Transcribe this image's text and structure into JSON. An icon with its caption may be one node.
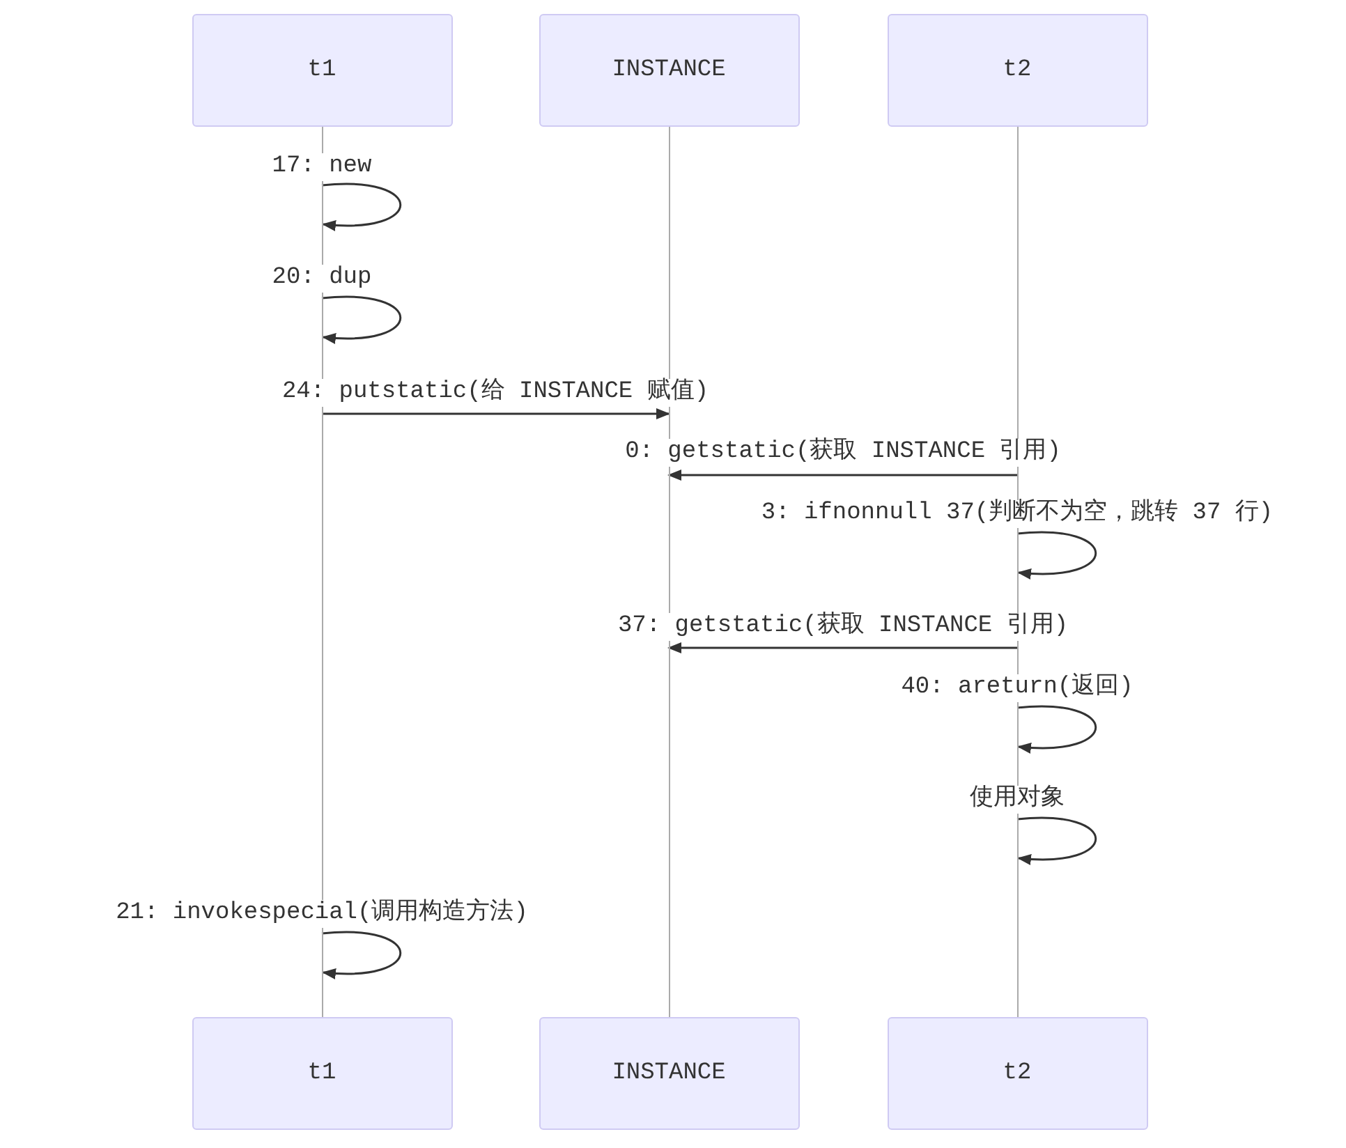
{
  "diagram": {
    "nodes": [
      {
        "text": [
          "t1"
        ]
      },
      {
        "text": [
          "INSTANCE"
        ]
      },
      {
        "text": [
          "t2"
        ]
      },
      {
        "text": [],
        "shape": "bar"
      },
      {
        "text": [],
        "shape": "bar"
      },
      {
        "text": [],
        "shape": "bar"
      },
      {
        "text": [
          "t1"
        ]
      },
      {
        "text": [
          "INSTANCE"
        ]
      },
      {
        "text": [
          "t2"
        ]
      }
    ],
    "edges": [
      {
        "from": 3,
        "to": 3,
        "arrow": "to",
        "label": "17: new"
      },
      {
        "from": 3,
        "to": 3,
        "arrow": "to",
        "label": "20: dup"
      },
      {
        "from": 3,
        "to": 4,
        "arrow": "to",
        "label": "24: putstatic(给 INSTANCE 赋值)"
      },
      {
        "from": 5,
        "to": 4,
        "arrow": "to",
        "label": "0: getstatic(获取 INSTANCE 引用)"
      },
      {
        "from": 5,
        "to": 5,
        "arrow": "to",
        "label": "3: ifnonnull 37(判断不为空，跳转 37 行)"
      },
      {
        "from": 5,
        "to": 4,
        "arrow": "to",
        "label": "37: getstatic(获取 INSTANCE 引用)"
      },
      {
        "from": 5,
        "to": 5,
        "arrow": "to",
        "label": "40: areturn(返回)"
      },
      {
        "from": 5,
        "to": 5,
        "arrow": "to",
        "label": "使用对象"
      },
      {
        "from": 3,
        "to": 3,
        "arrow": "to",
        "label": "21: invokespecial(调用构造方法)"
      }
    ]
  }
}
